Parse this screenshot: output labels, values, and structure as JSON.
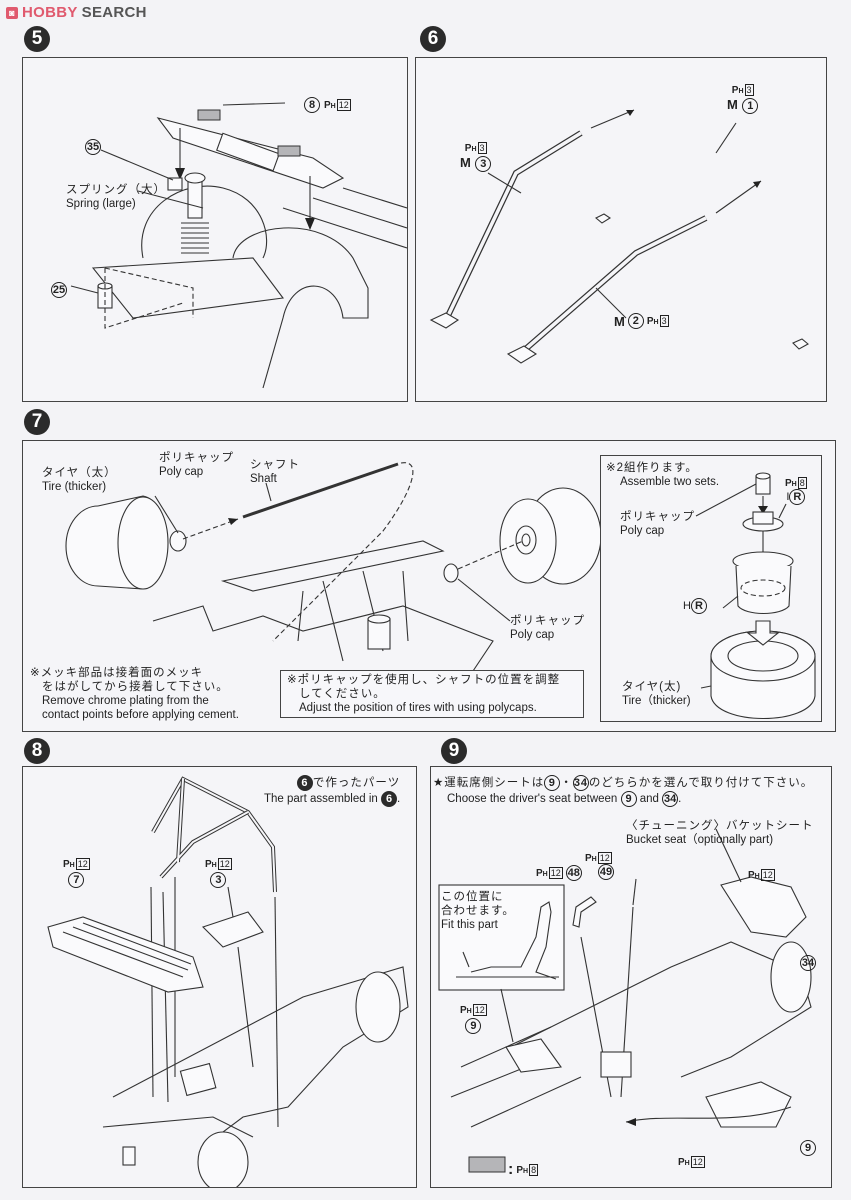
{
  "watermark": {
    "brand_a": "HOBBY",
    "brand_b": "SEARCH",
    "icon": "hobbysearch-logo-icon"
  },
  "steps": [
    {
      "number": "5",
      "labels": {
        "part_35": "35",
        "part_8": "8",
        "part_8_color": "12",
        "part_25": "25",
        "spring_jp": "スプリング（大）",
        "spring_en": "Spring (large)"
      }
    },
    {
      "number": "6",
      "labels": {
        "m1_color": "3",
        "m1_prefix": "M",
        "m1_num": "1",
        "m3_color": "3",
        "m3_prefix": "M",
        "m3_num": "3",
        "m2_prefix": "M",
        "m2_num": "2",
        "m2_color": "3"
      }
    },
    {
      "number": "7",
      "labels": {
        "tire_jp": "タイヤ（太）",
        "tire_en": "Tire (thicker)",
        "polycap_jp": "ポリキャップ",
        "polycap_en": "Poly cap",
        "shaft_jp": "シャフト",
        "shaft_en": "Shaft",
        "polycap2_jp": "ポリキャップ",
        "polycap2_en": "Poly cap",
        "chrome_note_jp_1": "※メッキ部品は接着面のメッキ",
        "chrome_note_jp_2": "をはがしてから接着して下さい。",
        "chrome_note_en_1": "Remove chrome plating from the",
        "chrome_note_en_2": "contact points before applying cement.",
        "adjust_note_jp_1": "※ポリキャップを使用し、シャフトの位置を調整",
        "adjust_note_jp_2": "してください。",
        "adjust_note_en": "Adjust the position of tires with using polycaps."
      },
      "inset": {
        "note_jp": "※2組作ります。",
        "note_en": "Assemble two sets.",
        "polycap_jp": "ポリキャップ",
        "polycap_en": "Poly cap",
        "part_i_color": "8",
        "part_i_prefix": "I",
        "part_i_num": "R",
        "part_h_prefix": "H",
        "part_h_num": "R",
        "tire_jp": "タイヤ(太)",
        "tire_en": "Tire（thicker)"
      }
    },
    {
      "number": "8",
      "labels": {
        "ref_step": "6",
        "ref_jp": "で作ったパーツ",
        "ref_en": "The part assembled in",
        "part_7": "7",
        "part_7_color": "12",
        "part_3": "3",
        "part_3_color": "12"
      }
    },
    {
      "number": "9",
      "labels": {
        "choose_jp_pre": "★運転席側シートは",
        "choose_a": "9",
        "choose_sep": "・",
        "choose_b": "34",
        "choose_jp_post": "のどちらかを選んで取り付けて下さい。",
        "choose_en_pre": "Choose the driver's seat between",
        "choose_en_and": "and",
        "choose_en_end": ".",
        "bucket_jp": "〈チューニング〉バケットシート",
        "bucket_en": "Bucket seat（optionally part)",
        "part_48": "48",
        "part_48_color": "12",
        "part_49": "49",
        "part_49_color": "12",
        "part_34": "34",
        "part_34_color": "12",
        "part_9": "9",
        "part_9_color": "12",
        "part_9b": "9",
        "part_9b_color": "12",
        "fit_jp_1": "この位置に",
        "fit_jp_2": "合わせます。",
        "fit_en": "Fit this part",
        "legend_color": "8",
        "legend_sep": ":"
      }
    }
  ],
  "paint_prefix": "PH",
  "colors": {
    "background": "#f3f3f6",
    "ink": "#222222",
    "brand": "#e05a6e",
    "legend_grey": "#b5b5b8"
  }
}
